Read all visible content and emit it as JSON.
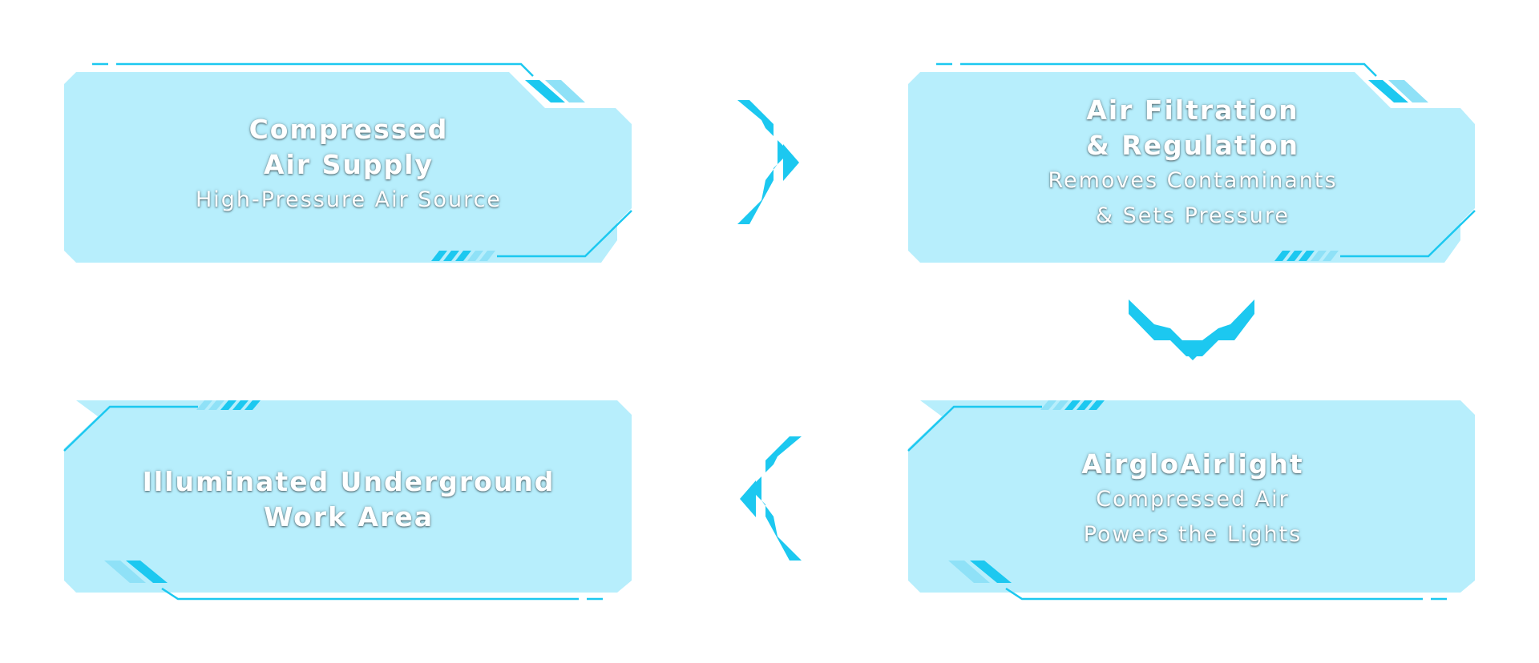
{
  "cards": [
    {
      "title": "Compressed\nAir Supply",
      "subtitle": "High-Pressure Air Source"
    },
    {
      "title": "Air Filtration\n& Regulation",
      "subtitle": "Removes Contaminants\n& Sets Pressure"
    },
    {
      "title": "AirgloAirlight",
      "subtitle": "Compressed Air\nPowers the Lights"
    },
    {
      "title": "Illuminated Underground\nWork Area",
      "subtitle": ""
    }
  ],
  "colors": {
    "card_fill": "#b7eefc",
    "accent": "#1cc8f0",
    "accent_light": "#8fe1f7",
    "text": "#ffffff"
  },
  "flow": [
    "cards.0",
    "cards.1",
    "cards.2",
    "cards.3"
  ]
}
